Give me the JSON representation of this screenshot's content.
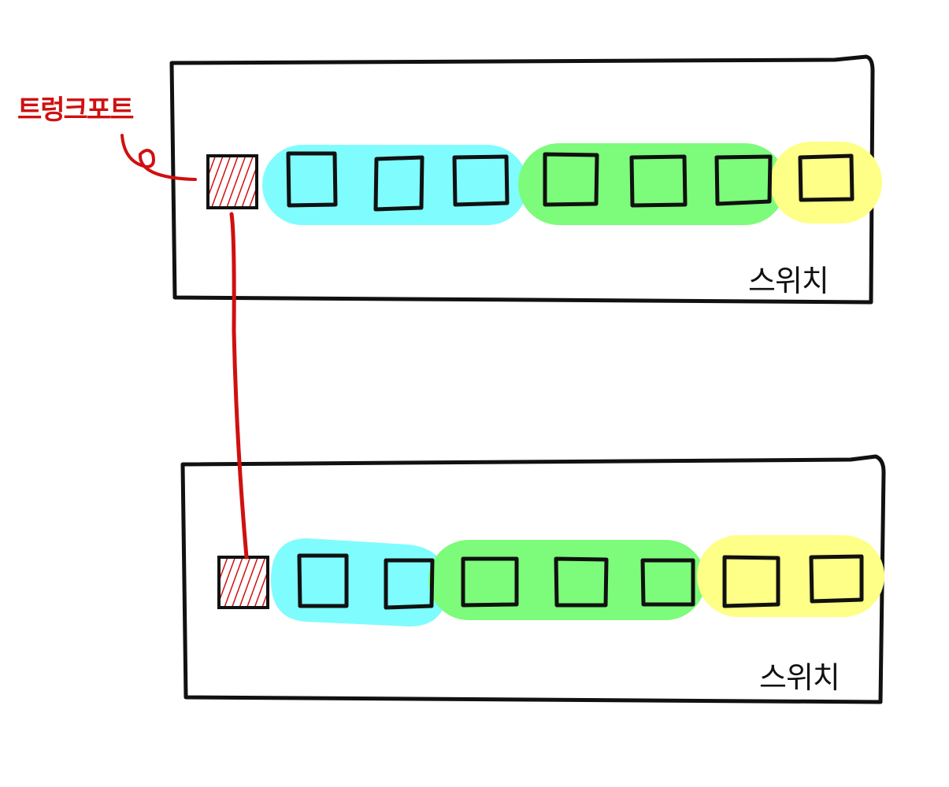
{
  "labels": {
    "trunk_port": "트렁크포트",
    "switch_top": "스위치",
    "switch_bottom": "스위치"
  },
  "colors": {
    "vlan_cyan": "#7ffcfe",
    "vlan_green": "#7dfb7b",
    "vlan_yellow": "#feff86",
    "trunk_red": "#d01010",
    "outline": "#111111"
  },
  "switches": [
    {
      "name": "switch-top",
      "label_key": "switch_top",
      "vlans": [
        {
          "color": "cyan",
          "ports": 3
        },
        {
          "color": "green",
          "ports": 3
        },
        {
          "color": "yellow",
          "ports": 1
        }
      ]
    },
    {
      "name": "switch-bottom",
      "label_key": "switch_bottom",
      "vlans": [
        {
          "color": "cyan",
          "ports": 2
        },
        {
          "color": "green",
          "ports": 3
        },
        {
          "color": "yellow",
          "ports": 2
        }
      ]
    }
  ]
}
